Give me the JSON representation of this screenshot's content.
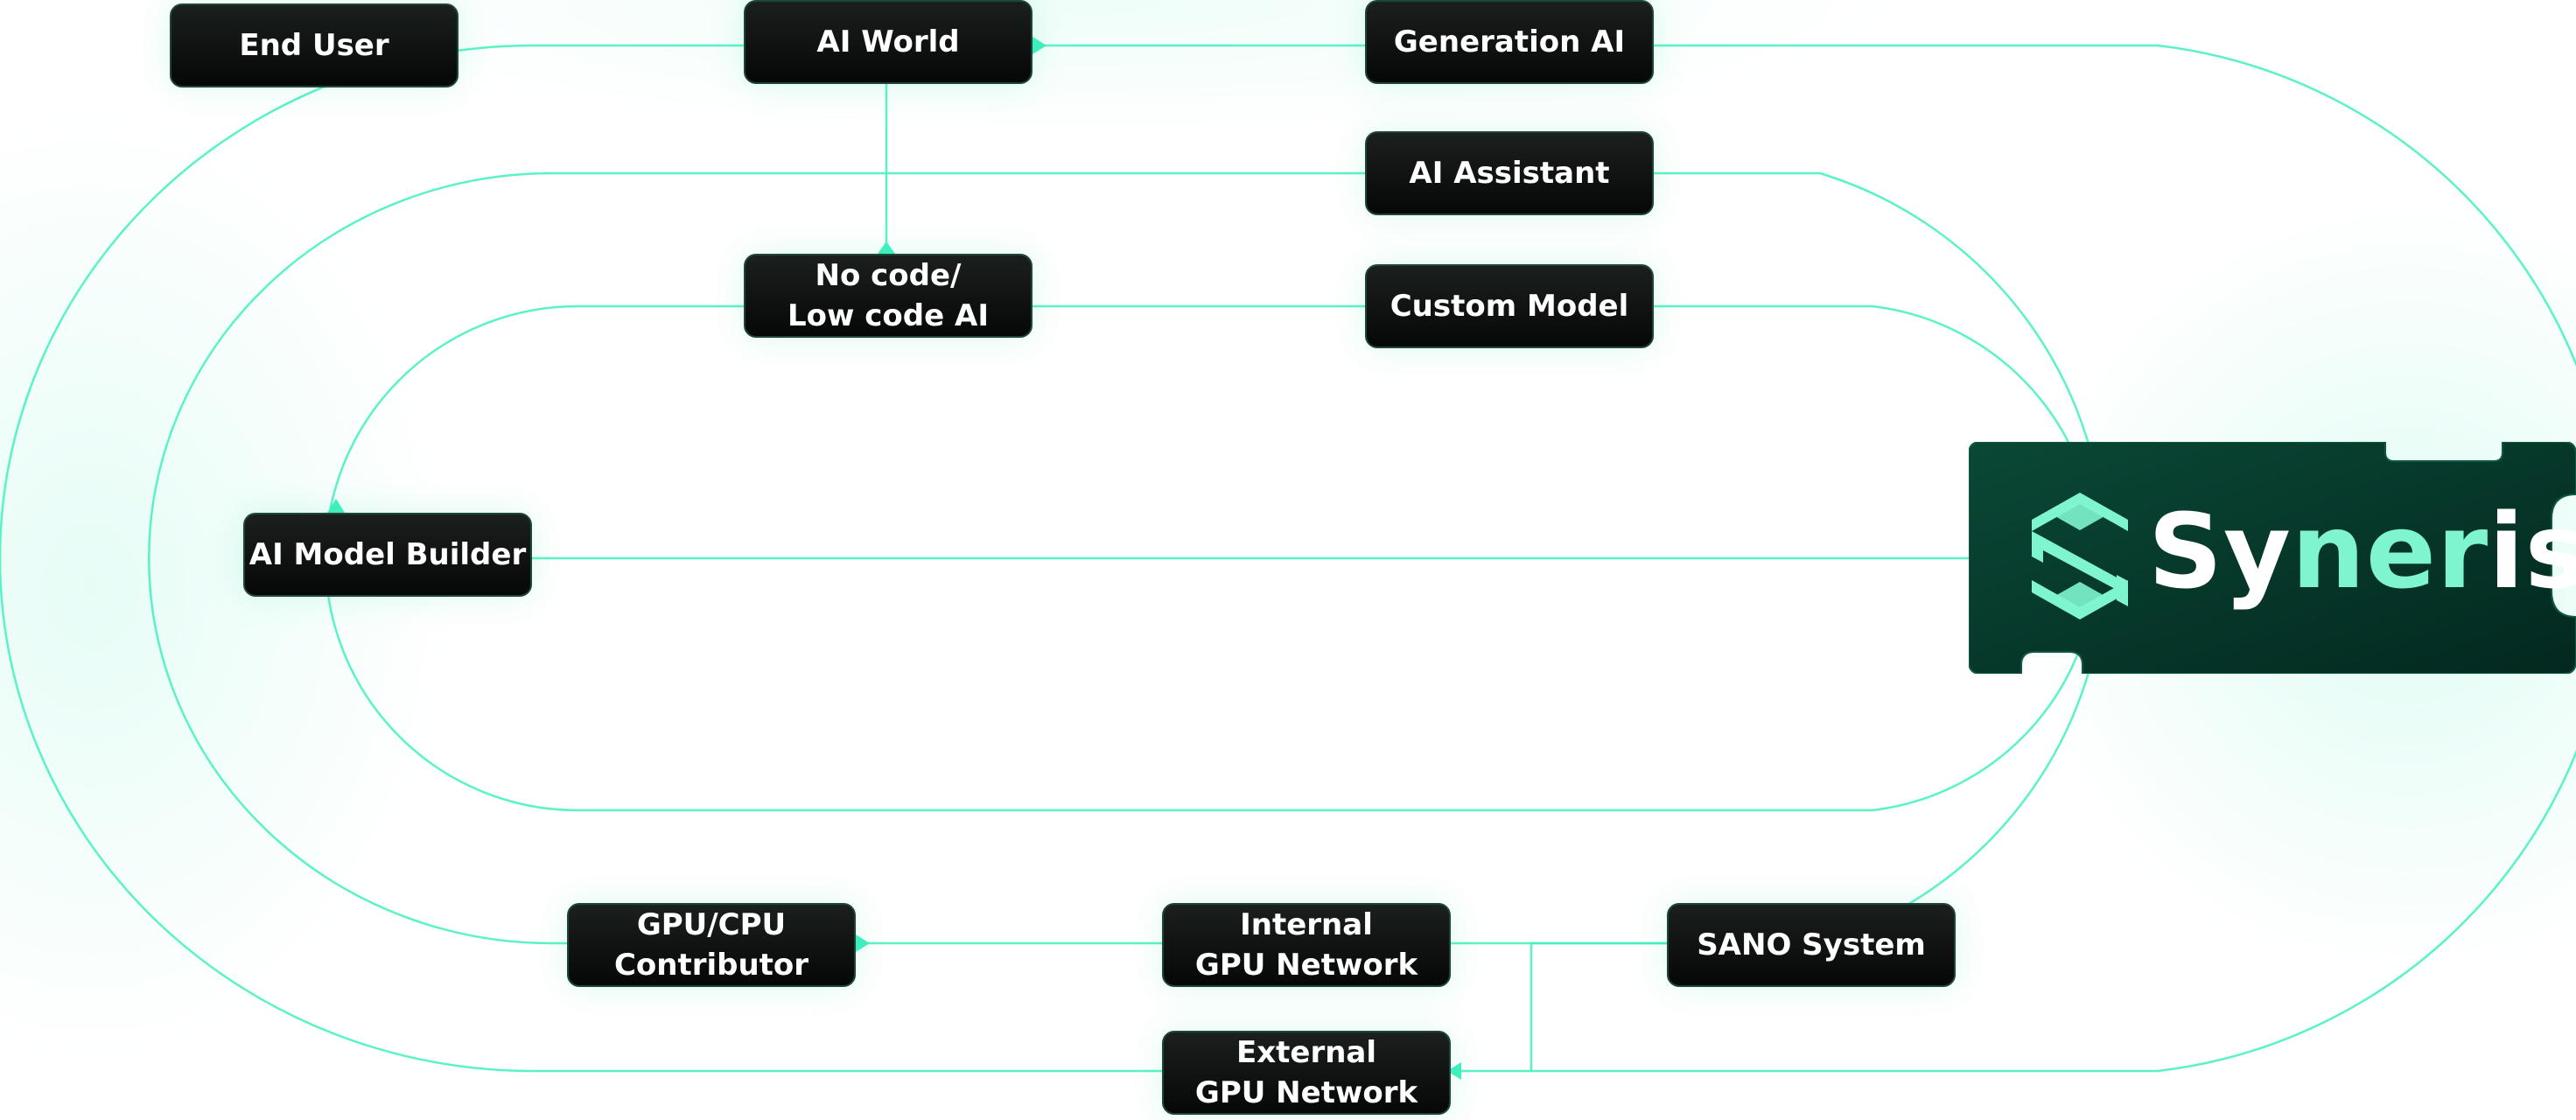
{
  "colors": {
    "line": "#3ff0be",
    "line_soft": "#8ff5d8",
    "node_border": "#1e4638",
    "brand_dark": "#06352a",
    "brand_mint": "#7ff5cf",
    "brand_white": "#ffffff"
  },
  "nodes": {
    "end_user": {
      "label": "End User"
    },
    "ai_world": {
      "label": "AI World"
    },
    "generation_ai": {
      "label": "Generation AI"
    },
    "ai_assistant": {
      "label": "AI Assistant"
    },
    "no_code": {
      "line1": "No code/",
      "line2": "Low code AI"
    },
    "custom_model": {
      "label": "Custom Model"
    },
    "ai_model_builder": {
      "label": "AI Model Builder"
    },
    "gpu_cpu_contributor": {
      "line1": "GPU/CPU",
      "line2": "Contributor"
    },
    "internal_gpu": {
      "line1": "Internal",
      "line2": "GPU Network"
    },
    "sano_system": {
      "label": "SANO System"
    },
    "external_gpu": {
      "line1": "External",
      "line2": "GPU Network"
    }
  },
  "logo": {
    "text_part1": "Sy",
    "text_part2": "ner",
    "text_part3": "is",
    "icon": "syneris-hexagon-s-icon"
  }
}
